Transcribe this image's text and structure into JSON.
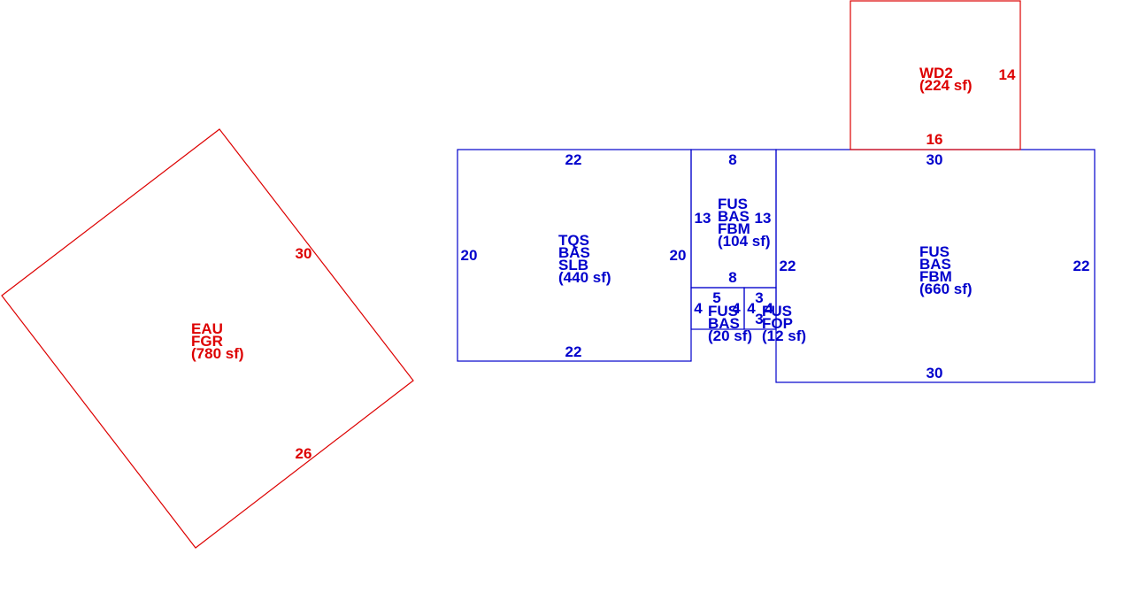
{
  "colors": {
    "blue": "#0000cc",
    "red": "#dd0000",
    "background": "#ffffff"
  },
  "areas": [
    {
      "id": "eau",
      "color": "red",
      "codes": [
        "EAU",
        "FGR"
      ],
      "area": "(780 sf)",
      "dimensions": [
        "30",
        "26"
      ]
    },
    {
      "id": "tqs",
      "color": "blue",
      "codes": [
        "TQS",
        "BAS",
        "SLB"
      ],
      "area": "(440 sf)",
      "dimensions": [
        "22",
        "22",
        "20",
        "20"
      ]
    },
    {
      "id": "fus-104",
      "color": "blue",
      "codes": [
        "FUS",
        "BAS",
        "FBM"
      ],
      "area": "(104 sf)",
      "dimensions": [
        "8",
        "8",
        "13",
        "13"
      ]
    },
    {
      "id": "fus-20",
      "color": "blue",
      "codes": [
        "FUS",
        "BAS"
      ],
      "area": "(20 sf)",
      "dimensions": [
        "5",
        "4",
        "4"
      ]
    },
    {
      "id": "fus-12",
      "color": "blue",
      "codes": [
        "FUS",
        "FOP"
      ],
      "area": "(12 sf)",
      "dimensions": [
        "3",
        "4",
        "4",
        "3"
      ]
    },
    {
      "id": "fus-660",
      "color": "blue",
      "codes": [
        "FUS",
        "BAS",
        "FBM"
      ],
      "area": "(660 sf)",
      "dimensions": [
        "30",
        "30",
        "22",
        "22"
      ]
    },
    {
      "id": "wd2",
      "color": "red",
      "codes": [
        "WD2"
      ],
      "area": "(224 sf)",
      "dimensions": [
        "16",
        "14"
      ]
    }
  ]
}
